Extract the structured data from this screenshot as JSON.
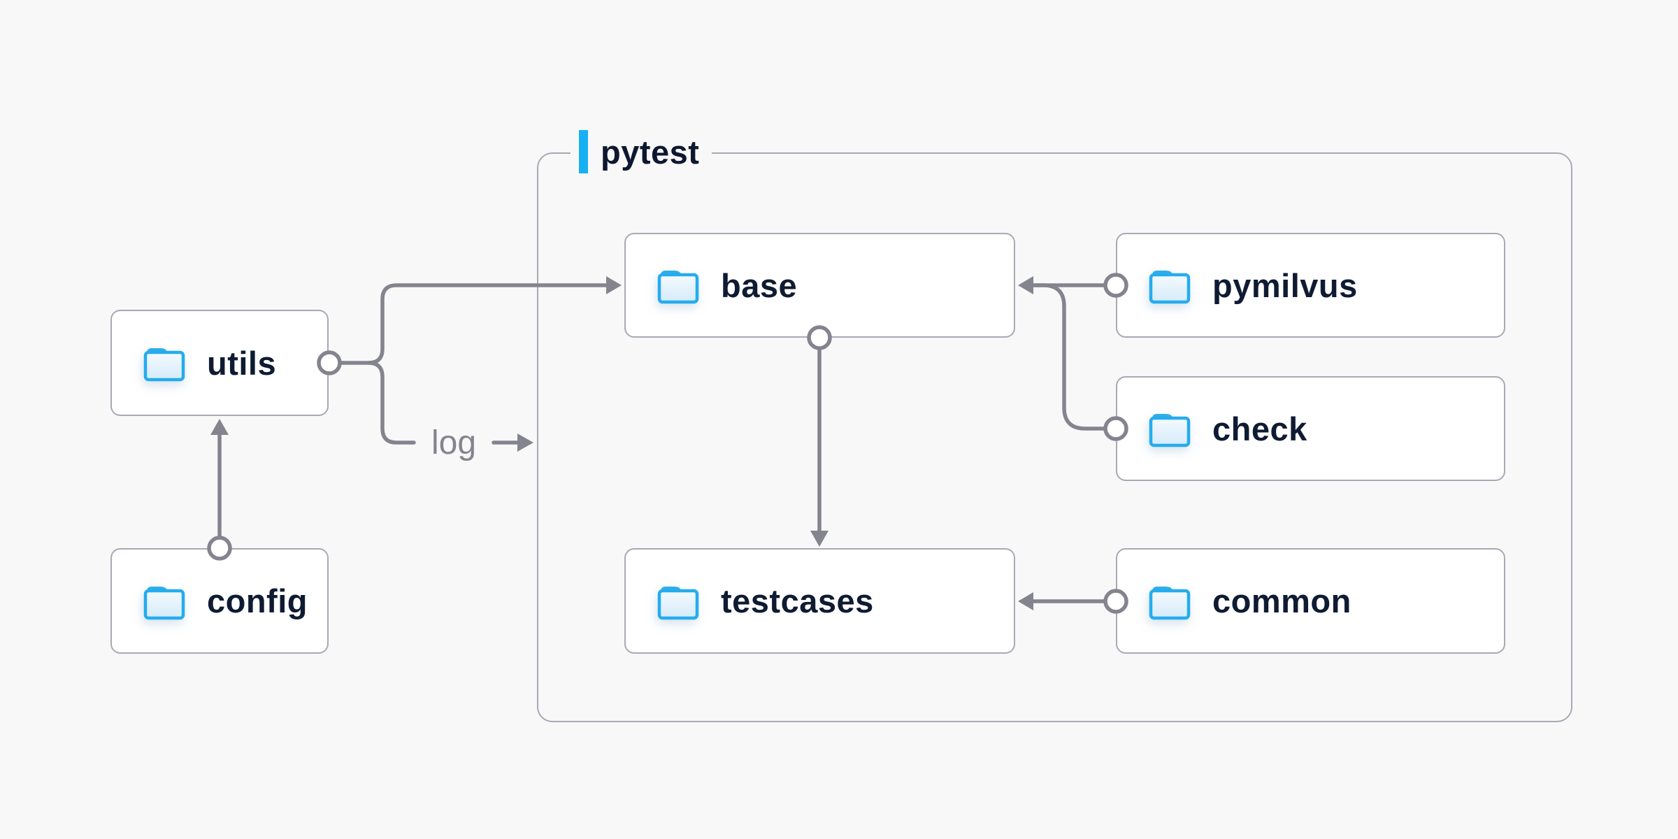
{
  "diagram": {
    "group_label": "pytest",
    "edge_label": "log",
    "nodes": {
      "utils": {
        "label": "utils",
        "icon": "folder-icon"
      },
      "config": {
        "label": "config",
        "icon": "folder-icon"
      },
      "base": {
        "label": "base",
        "icon": "folder-icon"
      },
      "pymilvus": {
        "label": "pymilvus",
        "icon": "folder-icon"
      },
      "check": {
        "label": "check",
        "icon": "folder-icon"
      },
      "testcases": {
        "label": "testcases",
        "icon": "folder-icon"
      },
      "common": {
        "label": "common",
        "icon": "folder-icon"
      }
    },
    "edges": [
      {
        "from": "config",
        "to": "utils"
      },
      {
        "from": "utils",
        "to": "base"
      },
      {
        "from": "utils",
        "to": "pytest-group",
        "label": "log"
      },
      {
        "from": "pymilvus",
        "to": "base"
      },
      {
        "from": "check",
        "to": "base"
      },
      {
        "from": "base",
        "to": "testcases"
      },
      {
        "from": "common",
        "to": "testcases"
      }
    ],
    "colors": {
      "background": "#f8f8f8",
      "node_background": "#ffffff",
      "node_border": "#a9a9b6",
      "node_text": "#0e1b32",
      "connector": "#84848f",
      "accent_blue": "#17b1f3",
      "folder_blue": "#25acee"
    }
  }
}
